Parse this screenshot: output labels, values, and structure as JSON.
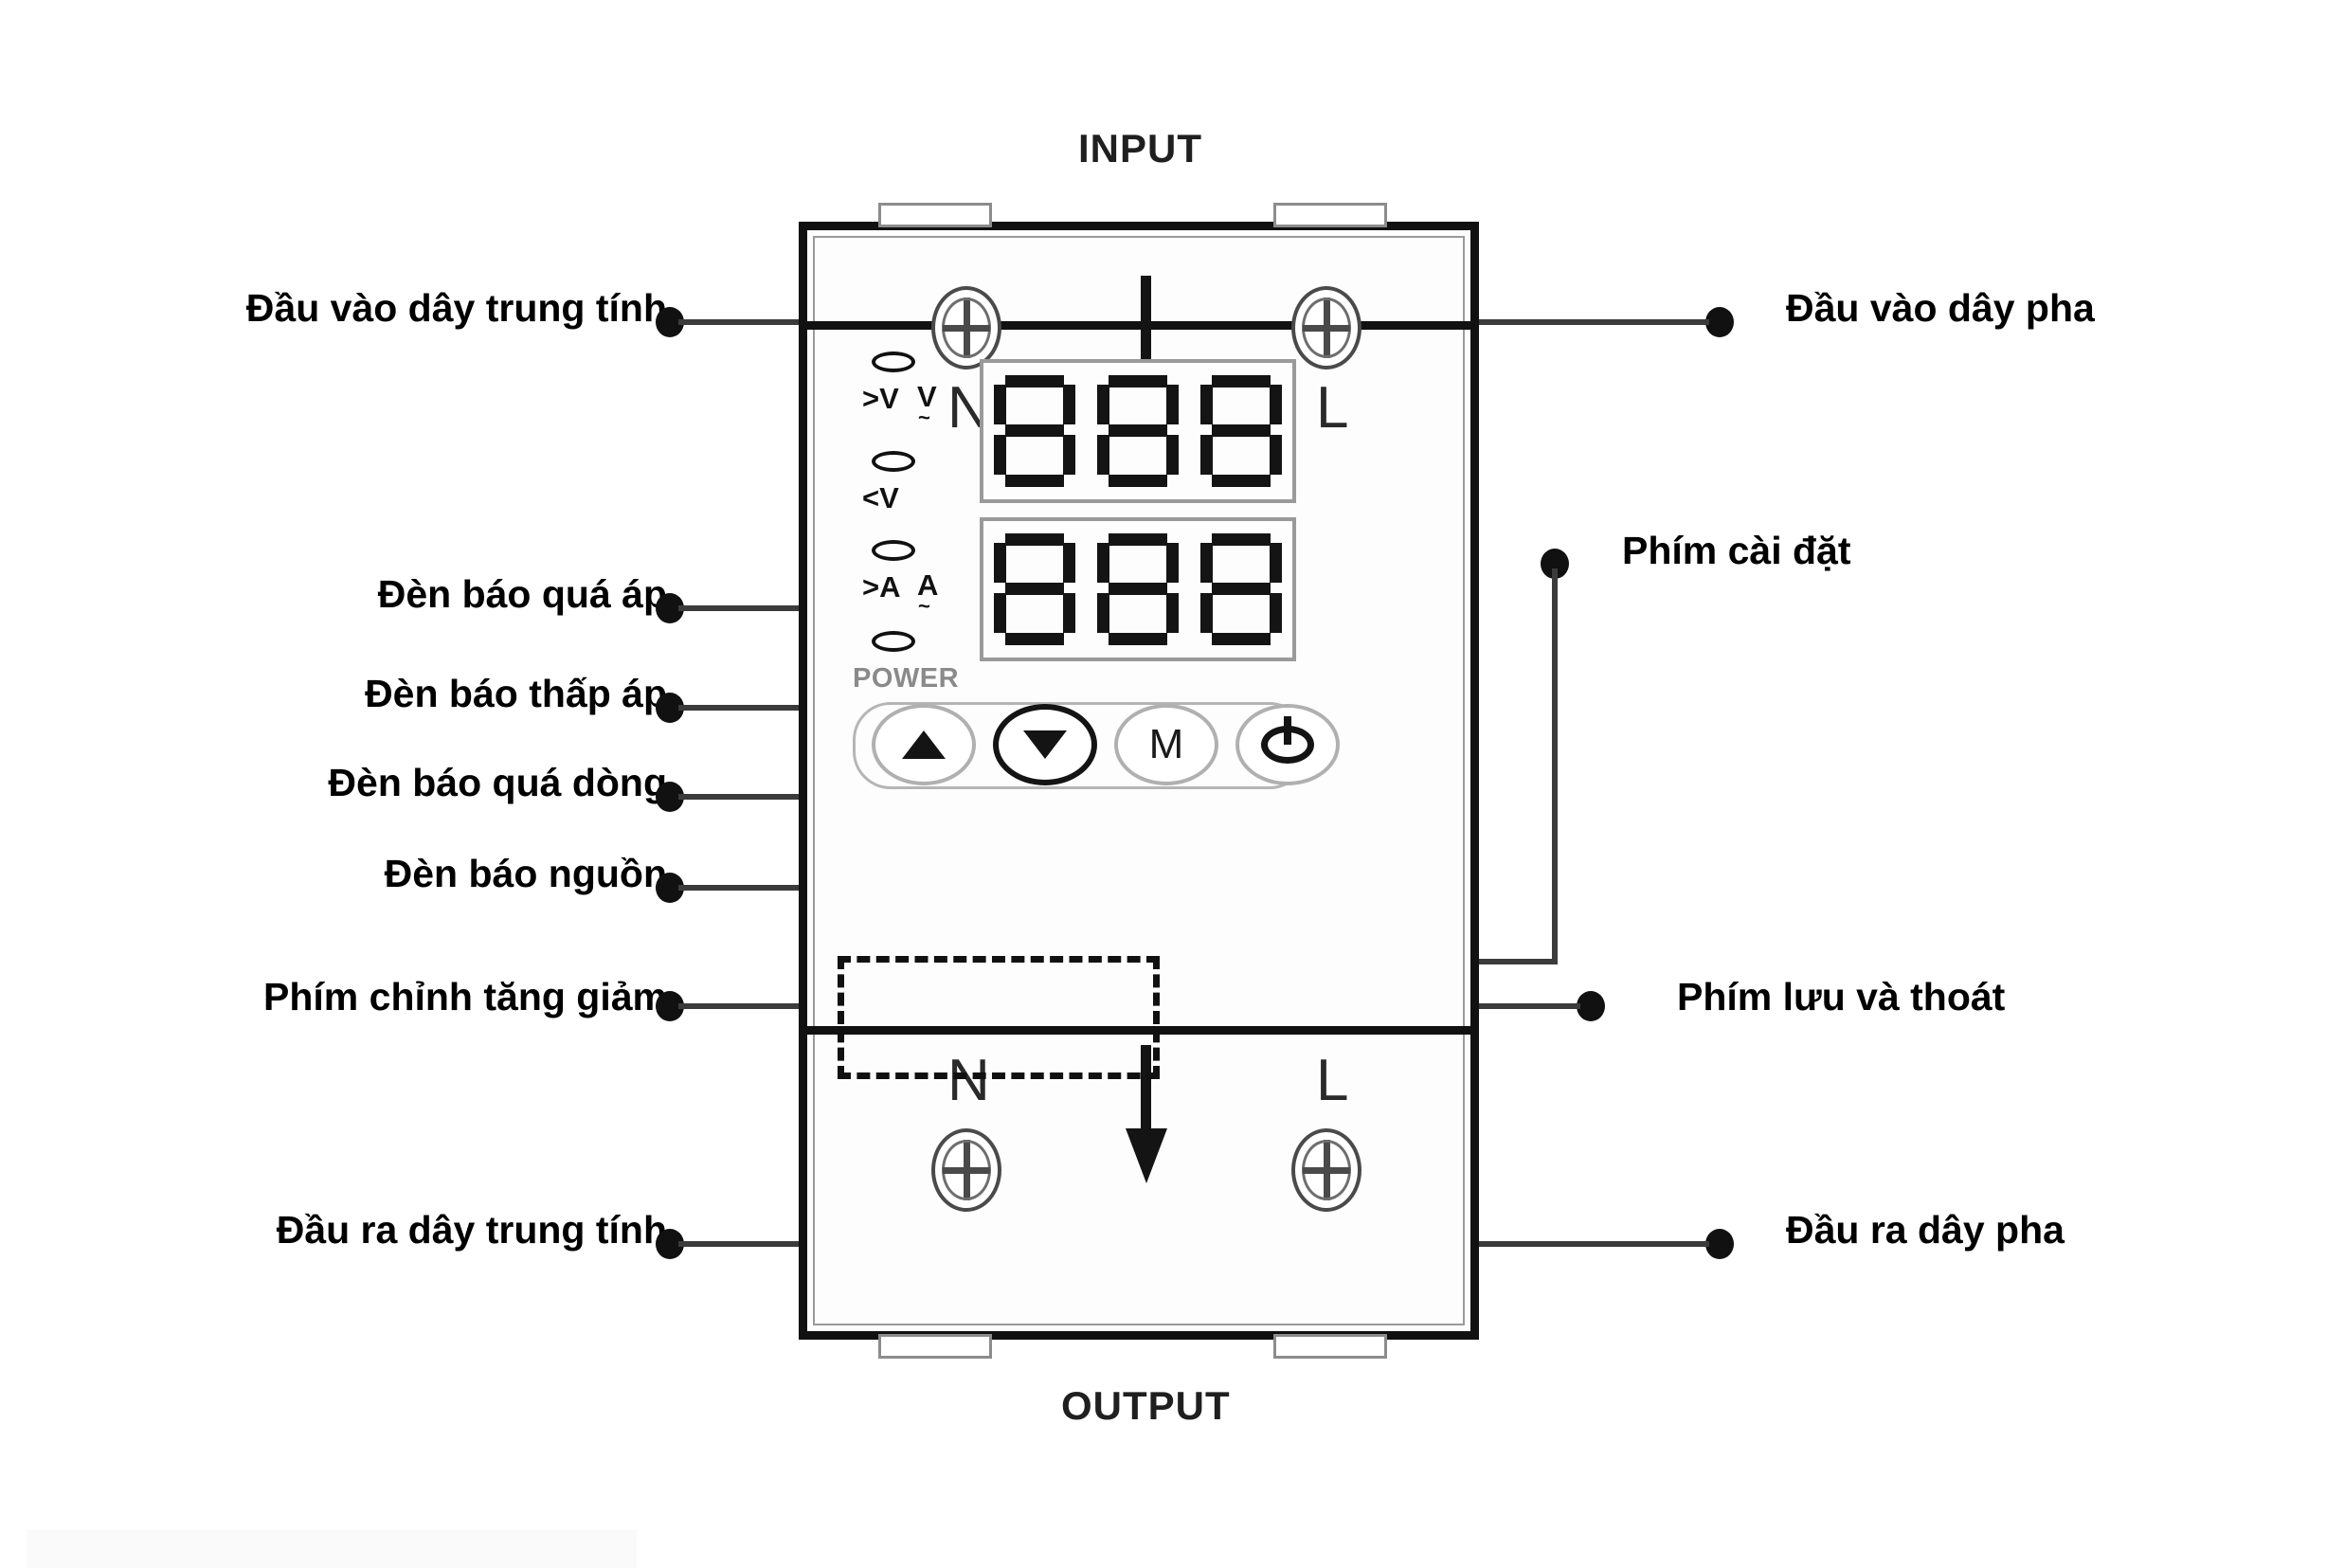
{
  "diagram": {
    "io_captions": {
      "input": "INPUT",
      "output": "OUTPUT"
    },
    "terminal_letters": {
      "input_neutral": "N",
      "input_line": "L",
      "output_neutral": "N",
      "output_line": "L"
    },
    "led_indicators": [
      {
        "id": "over-voltage",
        "label": ">V",
        "unit": "V",
        "tilde": "~"
      },
      {
        "id": "under-voltage",
        "label": "<V",
        "unit": "",
        "tilde": ""
      },
      {
        "id": "over-current",
        "label": ">A",
        "unit": "A",
        "tilde": "~"
      },
      {
        "id": "power",
        "label": "POWER",
        "unit": "",
        "tilde": ""
      }
    ],
    "displays": [
      {
        "id": "voltage-display",
        "value": "888"
      },
      {
        "id": "current-display",
        "value": "888"
      }
    ],
    "buttons": [
      {
        "id": "up-button",
        "label": "",
        "glyph": "triangle-up-icon"
      },
      {
        "id": "down-button",
        "label": "",
        "glyph": "triangle-down-icon"
      },
      {
        "id": "mode-button",
        "label": "M",
        "glyph": ""
      },
      {
        "id": "power-button",
        "label": "",
        "glyph": "power-icon"
      }
    ],
    "callouts_left": [
      {
        "id": "input-neutral-callout",
        "text": "Đầu vào dây trung tính"
      },
      {
        "id": "over-voltage-callout",
        "text": "Đèn báo quá áp"
      },
      {
        "id": "under-voltage-callout",
        "text": "Đèn báo thấp áp"
      },
      {
        "id": "over-current-callout",
        "text": "Đèn báo quá dòng"
      },
      {
        "id": "power-led-callout",
        "text": "Đèn báo nguồn"
      },
      {
        "id": "updown-keys-callout",
        "text": "Phím chỉnh tăng giảm"
      },
      {
        "id": "output-neutral-callout",
        "text": "Đầu ra dây trung tính"
      }
    ],
    "callouts_right": [
      {
        "id": "input-line-callout",
        "text": "Đầu vào dây pha"
      },
      {
        "id": "setting-key-callout",
        "text": "Phím cài đặt"
      },
      {
        "id": "save-exit-callout",
        "text": "Phím lưu và thoát"
      },
      {
        "id": "output-line-callout",
        "text": "Đầu ra dây pha"
      }
    ],
    "colors": {
      "body_outline": "#111111",
      "leader_line": "#3b3b3b",
      "segment": "#141414",
      "power_label": "#8a8a8a"
    }
  }
}
